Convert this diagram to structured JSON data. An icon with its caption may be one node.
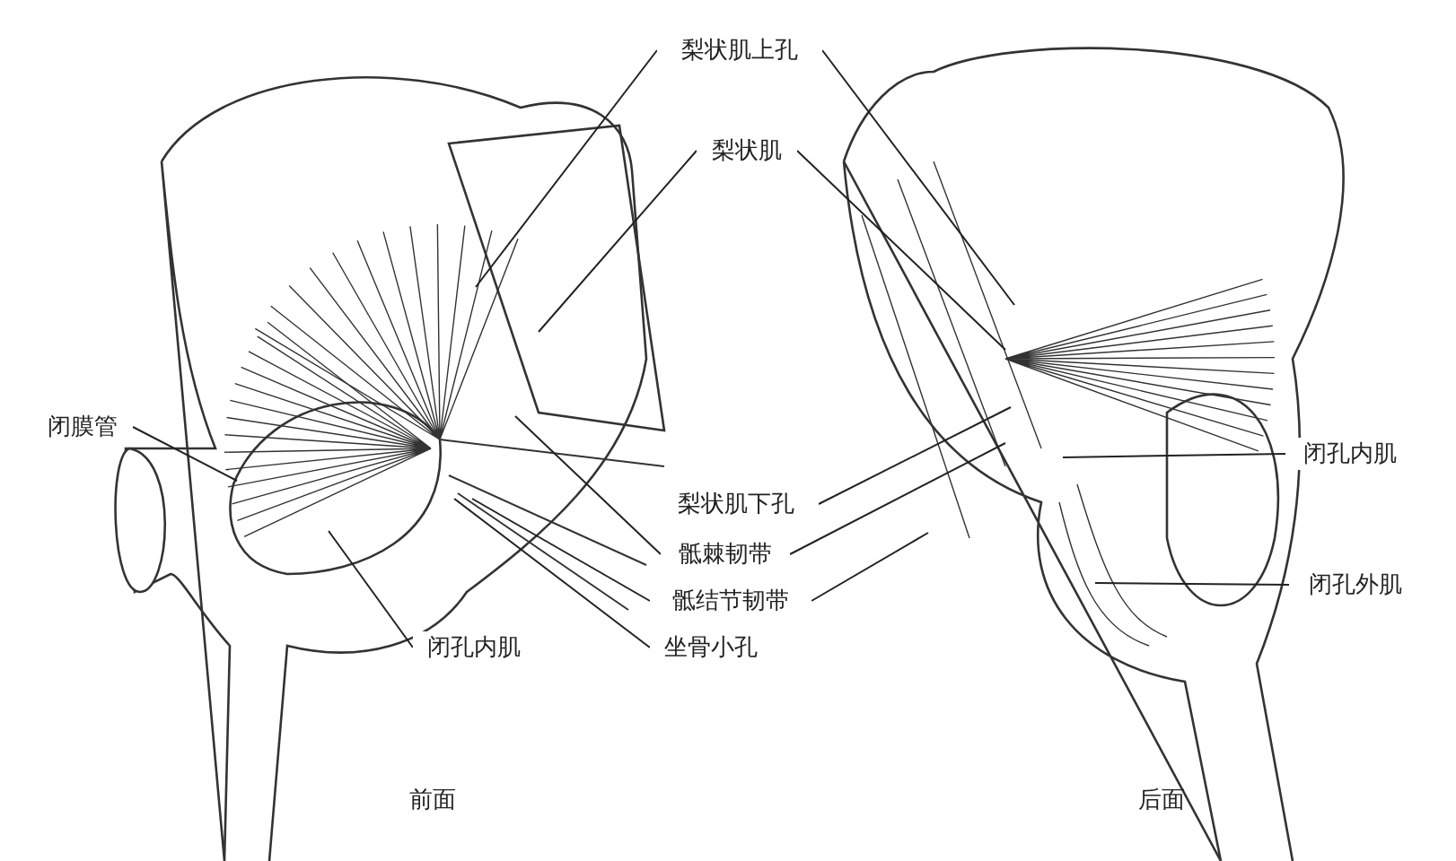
{
  "diagram": {
    "nodes": [
      {
        "text": [
          "梨状肌上孔"
        ]
      },
      {
        "text": [
          "梨状肌"
        ]
      },
      {
        "text": [
          "闭膜管"
        ]
      },
      {
        "text": [
          "梨状肌下孔"
        ]
      },
      {
        "text": [
          "骶棘韧带"
        ]
      },
      {
        "text": [
          "骶结节韧带"
        ]
      },
      {
        "text": [
          "坐骨小孔"
        ]
      },
      {
        "text": [
          "闭孔内肌"
        ]
      },
      {
        "text": [
          "闭孔内肌"
        ]
      },
      {
        "text": [
          "闭孔外肌"
        ]
      }
    ],
    "edges": [
      {
        "from": 0,
        "to": null,
        "arrow": "none"
      },
      {
        "from": 0,
        "to": null,
        "arrow": "none"
      },
      {
        "from": 1,
        "to": null,
        "arrow": "none"
      },
      {
        "from": 1,
        "to": null,
        "arrow": "none"
      },
      {
        "from": 2,
        "to": null,
        "arrow": "none"
      },
      {
        "from": 3,
        "to": null,
        "arrow": "none"
      },
      {
        "from": 4,
        "to": null,
        "arrow": "none"
      },
      {
        "from": 4,
        "to": null,
        "arrow": "none"
      },
      {
        "from": 5,
        "to": null,
        "arrow": "none"
      },
      {
        "from": 5,
        "to": null,
        "arrow": "none"
      },
      {
        "from": 6,
        "to": null,
        "arrow": "none"
      },
      {
        "from": 7,
        "to": null,
        "arrow": "none"
      },
      {
        "from": 8,
        "to": null,
        "arrow": "none"
      },
      {
        "from": 9,
        "to": null,
        "arrow": "none"
      }
    ],
    "labels": [
      "前面",
      "后面"
    ]
  }
}
